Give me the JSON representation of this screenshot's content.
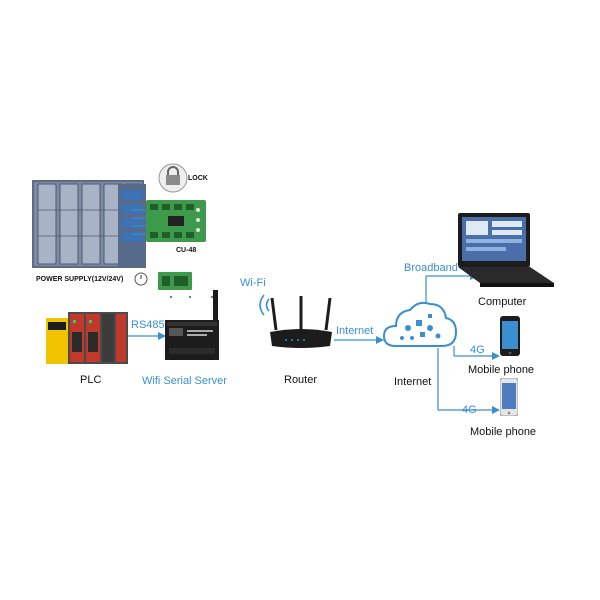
{
  "nodes": {
    "lock": "LOCK",
    "board": "CU-48",
    "power_supply": "POWER SUPPLY(12V/24V)",
    "plc": "PLC",
    "wifi_server": "Wifi Serial Server",
    "router": "Router",
    "internet": "Internet",
    "computer": "Computer",
    "mobile_phone_1": "Mobile phone",
    "mobile_phone_2": "Mobile phone"
  },
  "links": {
    "rs485": "RS485",
    "wifi": "Wi-Fi",
    "internet": "Internet",
    "broadband": "Broadband",
    "fourg_1": "4G",
    "fourg_2": "4G"
  },
  "colors": {
    "accent_blue": "#3a8fd0",
    "cabinet": "#6b7a93",
    "board_green": "#3d9a4a",
    "plc_yellow": "#f2c300",
    "plc_red": "#c0392b",
    "device_dark": "#1c1c1c"
  }
}
